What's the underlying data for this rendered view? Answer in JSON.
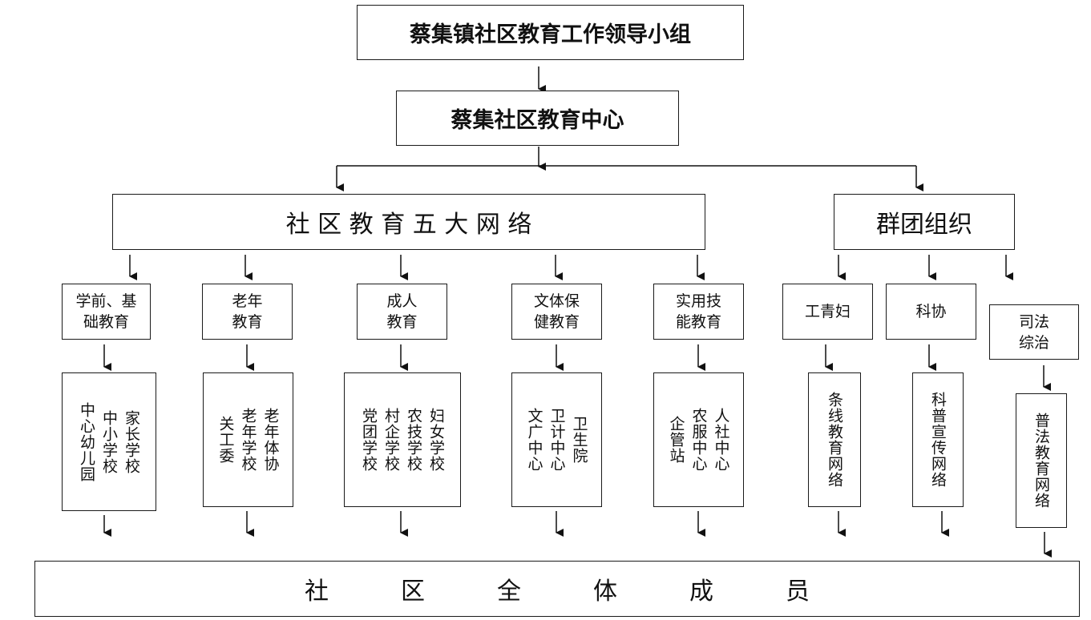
{
  "top": "蔡集镇社区教育工作领导小组",
  "center": "蔡集社区教育中心",
  "networks": "社 区 教 育 五 大 网 络",
  "groups": "群团组织",
  "categories": [
    {
      "label": "学前、基\n础教育",
      "content": "家长学校\n中小学校\n中心幼儿园"
    },
    {
      "label": "老年\n教育",
      "content": "老年体协\n老年学校\n关工委"
    },
    {
      "label": "成人\n教育",
      "content": "妇女学校\n农技学校\n村企学校\n党团学校"
    },
    {
      "label": "文体保\n健教育",
      "content": "卫生院\n卫计中心\n文广中心"
    },
    {
      "label": "实用技\n能教育",
      "content": "人社中心\n农服中心\n企管站"
    },
    {
      "label": "工青妇",
      "content": "条线教育网络"
    },
    {
      "label": "科协",
      "content": "科普宣传网络"
    },
    {
      "label": "司法\n综治",
      "content": "普法教育网络"
    }
  ],
  "bottom": "社　　　区　　　全　　　体　　　成　　　员"
}
